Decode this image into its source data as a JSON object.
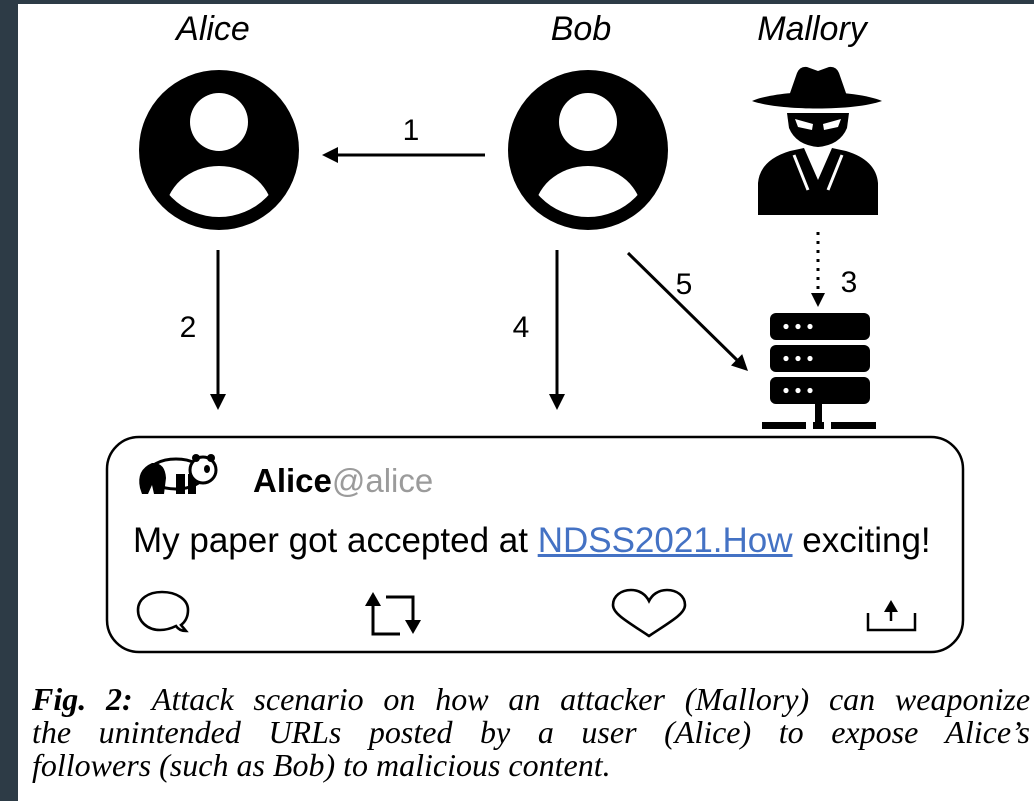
{
  "actors": {
    "alice": "Alice",
    "bob": "Bob",
    "mallory": "Mallory"
  },
  "steps": {
    "s1": "1",
    "s2": "2",
    "s3": "3",
    "s4": "4",
    "s5": "5"
  },
  "icons": {
    "alice": "user-circle-icon",
    "bob": "user-circle-icon",
    "mallory": "spy-icon",
    "server": "server-icon",
    "tweet_avatar": "panda-icon",
    "tweet_actions": [
      "comment-icon",
      "retweet-icon",
      "heart-icon",
      "share-icon"
    ]
  },
  "tweet": {
    "display_name": "Alice",
    "handle": "@alice",
    "text_before_link": "My paper got accepted at ",
    "link_text": "NDSS2021.How",
    "text_after_link": " exciting!"
  },
  "caption": {
    "label": "Fig. 2:",
    "line1": "Attack scenario on how an attacker (Mallory) can weaponize",
    "line2": "the unintended URLs posted by a user (Alice) to expose Alice’s",
    "line3": "followers (such as Bob) to malicious content."
  },
  "colors": {
    "frame": "#2d3b46",
    "link": "#4472c4",
    "handle": "#9b9b9b",
    "ink": "#000000"
  }
}
